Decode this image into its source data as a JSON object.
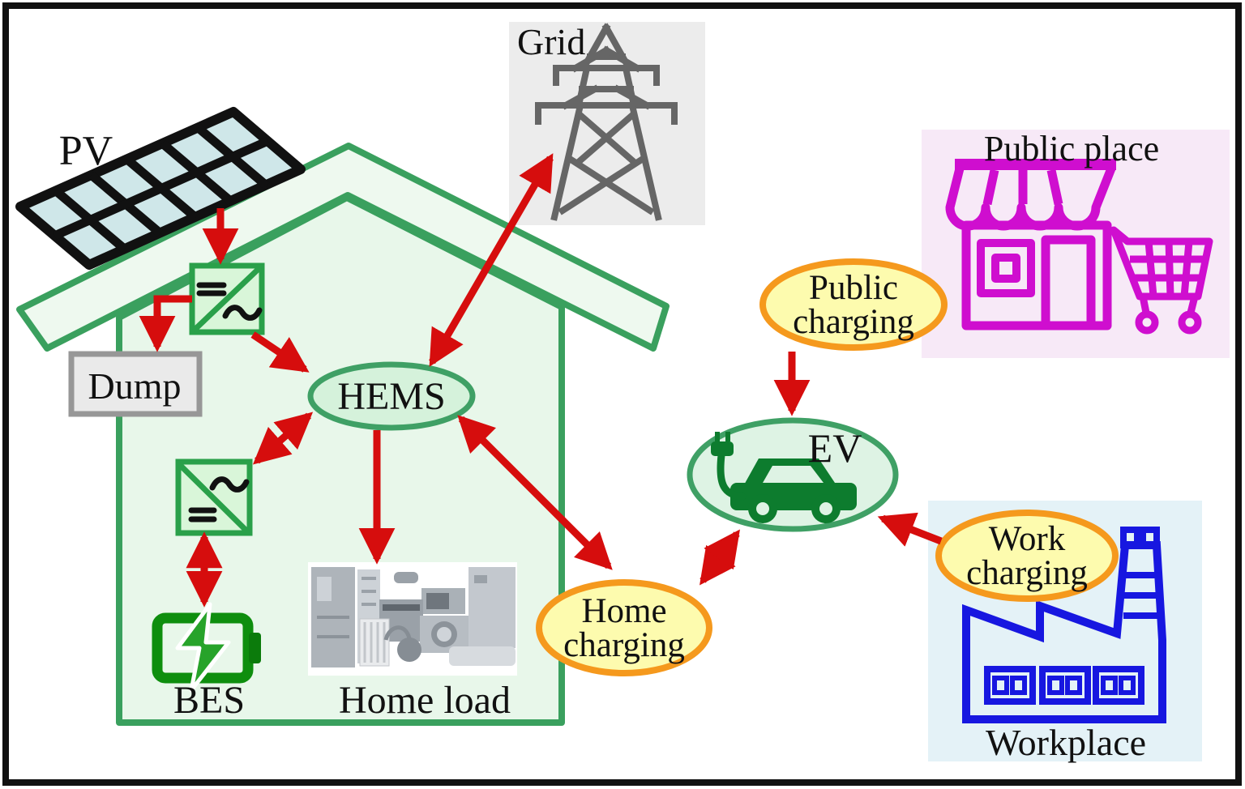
{
  "title": "Home energy management system with EV charging diagram",
  "palette": {
    "arrow_red": "#d60d0d",
    "house_green": "#3aa05e",
    "house_fill": "#e8f7ea",
    "roof_fill": "#eef9ef",
    "converter_fill": "#d9f6d9",
    "converter_border": "#2aa04a",
    "hems_fill": "#d5f2db",
    "ev_fill": "#def3e4",
    "charging_fill": "#fdfbae",
    "charging_border": "#f5991d",
    "battery_green": "#0e8e0e",
    "car_green": "#0d7c2e",
    "grid_gray": "#666666",
    "grid_panel_fill": "#ececec",
    "dump_fill": "#eaeaea",
    "dump_border": "#979797",
    "store_magenta": "#cf0ecf",
    "public_place_fill": "#f7e9f7",
    "factory_blue": "#1717e0",
    "workplace_fill": "#e4f2f7",
    "pv_cell_blue": "#cfe7e9"
  },
  "nodes": {
    "pv": {
      "label": "PV"
    },
    "grid": {
      "label": "Grid"
    },
    "dump": {
      "label": "Dump"
    },
    "hems": {
      "label": "HEMS"
    },
    "bes": {
      "label": "BES"
    },
    "home_load": {
      "label": "Home load"
    },
    "ev": {
      "label": "EV"
    },
    "public_place": {
      "label": "Public place"
    },
    "workplace": {
      "label": "Workplace"
    },
    "public_charging": {
      "line1": "Public",
      "line2": "charging"
    },
    "home_charging": {
      "line1": "Home",
      "line2": "charging"
    },
    "work_charging": {
      "line1": "Work",
      "line2": "charging"
    },
    "pv_converter": {
      "dc_symbol": "=",
      "ac_symbol": "~"
    },
    "bes_converter": {
      "dc_symbol": "=",
      "ac_symbol": "~"
    }
  }
}
